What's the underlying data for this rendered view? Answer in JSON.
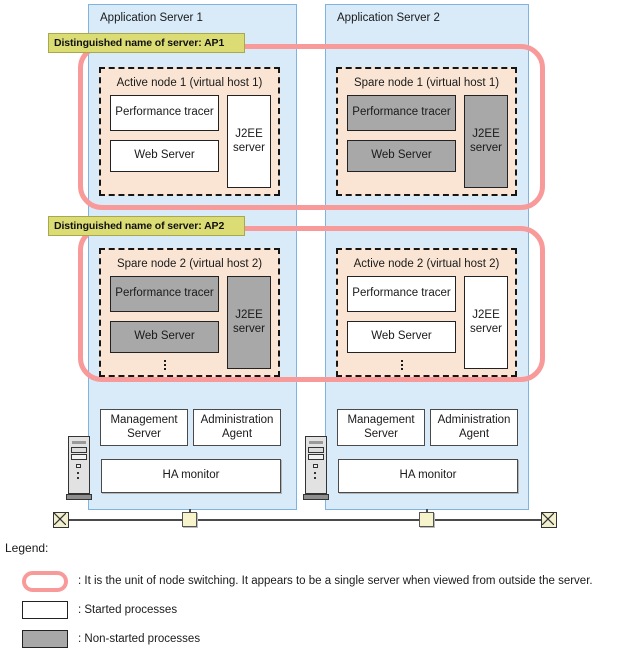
{
  "diagram": {
    "servers": [
      {
        "title": "Application Server 1"
      },
      {
        "title": "Application Server 2"
      }
    ],
    "groups": [
      {
        "dn_label": "Distinguished name of server: AP1",
        "nodes": [
          {
            "title": "Active node 1 (virtual host 1)",
            "processes": [
              {
                "label": "Performance tracer",
                "state": "started"
              },
              {
                "label": "Web Server",
                "state": "started"
              },
              {
                "label": "J2EE server",
                "state": "started"
              }
            ],
            "has_ellipsis": false
          },
          {
            "title": "Spare node 1 (virtual host 1)",
            "processes": [
              {
                "label": "Performance tracer",
                "state": "non-started"
              },
              {
                "label": "Web Server",
                "state": "non-started"
              },
              {
                "label": "J2EE server",
                "state": "non-started"
              }
            ],
            "has_ellipsis": false
          }
        ]
      },
      {
        "dn_label": "Distinguished name of server: AP2",
        "nodes": [
          {
            "title": "Spare node 2 (virtual host 2)",
            "processes": [
              {
                "label": "Performance tracer",
                "state": "non-started"
              },
              {
                "label": "Web Server",
                "state": "non-started"
              },
              {
                "label": "J2EE server",
                "state": "non-started"
              }
            ],
            "has_ellipsis": true
          },
          {
            "title": "Active node 2 (virtual host 2)",
            "processes": [
              {
                "label": "Performance tracer",
                "state": "started"
              },
              {
                "label": "Web Server",
                "state": "started"
              },
              {
                "label": "J2EE server",
                "state": "started"
              }
            ],
            "has_ellipsis": true
          }
        ]
      }
    ],
    "management": [
      {
        "management_server": "Management Server",
        "administration_agent": "Administration Agent",
        "ha_monitor": "HA monitor"
      },
      {
        "management_server": "Management Server",
        "administration_agent": "Administration Agent",
        "ha_monitor": "HA monitor"
      }
    ]
  },
  "legend": {
    "title": "Legend:",
    "items": [
      {
        "swatch": "rounded-pink-outline",
        "text": ": It is the unit of node switching. It appears to be a single server when viewed from outside the server."
      },
      {
        "swatch": "white-rect",
        "text": ": Started processes"
      },
      {
        "swatch": "gray-rect",
        "text": ": Non-started processes"
      }
    ]
  },
  "colors": {
    "panel_fill": "#d9eaf9",
    "panel_border": "#7fb4e0",
    "node_fill": "#fae5d4",
    "ring_pink": "#f99a9a",
    "label_yellow": "#dcdc75",
    "nonstarted_gray": "#a8a8a8",
    "started_white": "#ffffff"
  }
}
